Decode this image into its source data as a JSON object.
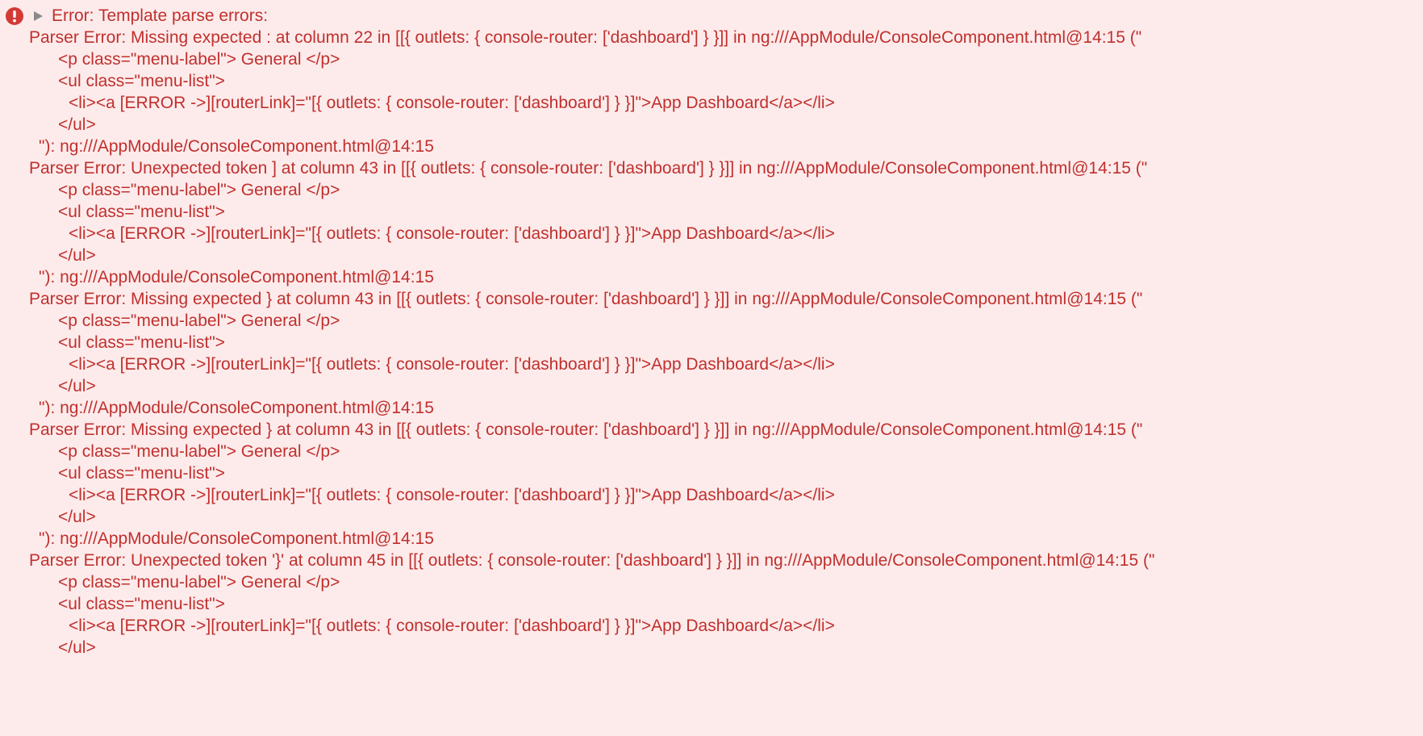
{
  "console": {
    "header": {
      "icon": "error-icon",
      "text": "Error: Template parse errors:"
    },
    "blocks": [
      {
        "error": "Parser Error: Missing expected : at column 22 in [[{ outlets: { console-router: ['dashboard'] } }]] in ng:///AppModule/ConsoleComponent.html@14:15 (\"",
        "lines": [
          "<p class=\"menu-label\"> General </p>",
          "<ul class=\"menu-list\">",
          "<li><a [ERROR ->][routerLink]=\"[{ outlets: { console-router: ['dashboard'] } }]\">App Dashboard</a></li>",
          "</ul>"
        ],
        "close": "\"): ng:///AppModule/ConsoleComponent.html@14:15"
      },
      {
        "error": "Parser Error: Unexpected token ] at column 43 in [[{ outlets: { console-router: ['dashboard'] } }]] in ng:///AppModule/ConsoleComponent.html@14:15 (\"",
        "lines": [
          "<p class=\"menu-label\"> General </p>",
          "<ul class=\"menu-list\">",
          "<li><a [ERROR ->][routerLink]=\"[{ outlets: { console-router: ['dashboard'] } }]\">App Dashboard</a></li>",
          "</ul>"
        ],
        "close": "\"): ng:///AppModule/ConsoleComponent.html@14:15"
      },
      {
        "error": "Parser Error: Missing expected } at column 43 in [[{ outlets: { console-router: ['dashboard'] } }]] in ng:///AppModule/ConsoleComponent.html@14:15 (\"",
        "lines": [
          "<p class=\"menu-label\"> General </p>",
          "<ul class=\"menu-list\">",
          "<li><a [ERROR ->][routerLink]=\"[{ outlets: { console-router: ['dashboard'] } }]\">App Dashboard</a></li>",
          "</ul>"
        ],
        "close": "\"): ng:///AppModule/ConsoleComponent.html@14:15"
      },
      {
        "error": "Parser Error: Missing expected } at column 43 in [[{ outlets: { console-router: ['dashboard'] } }]] in ng:///AppModule/ConsoleComponent.html@14:15 (\"",
        "lines": [
          "<p class=\"menu-label\"> General </p>",
          "<ul class=\"menu-list\">",
          "<li><a [ERROR ->][routerLink]=\"[{ outlets: { console-router: ['dashboard'] } }]\">App Dashboard</a></li>",
          "</ul>"
        ],
        "close": "\"): ng:///AppModule/ConsoleComponent.html@14:15"
      },
      {
        "error": "Parser Error: Unexpected token '}' at column 45 in [[{ outlets: { console-router: ['dashboard'] } }]] in ng:///AppModule/ConsoleComponent.html@14:15 (\"",
        "lines": [
          "<p class=\"menu-label\"> General </p>",
          "<ul class=\"menu-list\">",
          "<li><a [ERROR ->][routerLink]=\"[{ outlets: { console-router: ['dashboard'] } }]\">App Dashboard</a></li>",
          "</ul>"
        ],
        "close": null
      }
    ]
  }
}
